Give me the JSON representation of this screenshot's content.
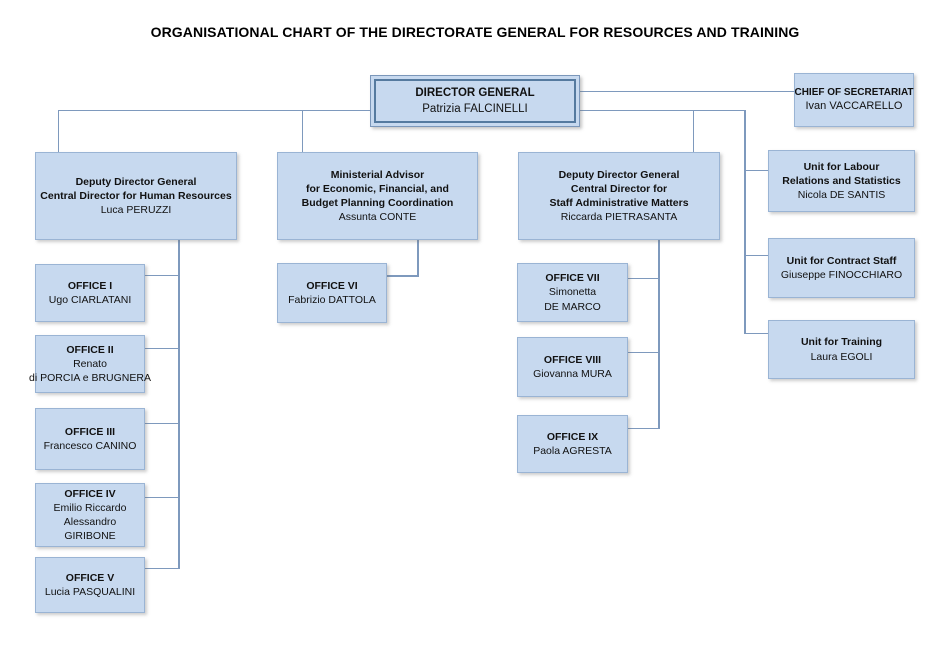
{
  "title": "ORGANISATIONAL CHART OF THE DIRECTORATE GENERAL FOR RESOURCES AND TRAINING",
  "colors": {
    "box_fill": "#c7d9ef",
    "box_border": "#9ab4d4",
    "connector": "#7e99bd",
    "dg_border_outer": "#7b97ba",
    "dg_border_inner": "#557a9f",
    "text": "#111111"
  },
  "nodes": {
    "director_general": {
      "title": "DIRECTOR GENERAL",
      "person": "Patrizia FALCINELLI"
    },
    "chief_of_secretariat": {
      "title": "CHIEF OF SECRETARIAT",
      "person": "Ivan VACCARELLO"
    },
    "deputy_hr": {
      "title_lines": [
        "Deputy Director General",
        "Central Director for Human Resources"
      ],
      "person": "Luca PERUZZI"
    },
    "ministerial_advisor": {
      "title_lines": [
        "Ministerial Advisor",
        "for Economic, Financial, and",
        "Budget Planning Coordination"
      ],
      "person": "Assunta CONTE"
    },
    "deputy_staff": {
      "title_lines": [
        "Deputy Director General",
        "Central Director for",
        "Staff Administrative Matters"
      ],
      "person": "Riccarda PIETRASANTA"
    },
    "unit_labour": {
      "title_lines": [
        "Unit for Labour",
        "Relations and Statistics"
      ],
      "person": "Nicola DE SANTIS"
    },
    "unit_contract": {
      "title": "Unit for Contract Staff",
      "person": "Giuseppe FINOCCHIARO"
    },
    "unit_training": {
      "title": "Unit for Training",
      "person": "Laura EGOLI"
    },
    "office_1": {
      "title": "OFFICE I",
      "person_lines": [
        "Ugo CIARLATANI"
      ]
    },
    "office_2": {
      "title": "OFFICE II",
      "person_lines": [
        "Renato",
        "di PORCIA e BRUGNERA"
      ]
    },
    "office_3": {
      "title": "OFFICE III",
      "person_lines": [
        "Francesco CANINO"
      ]
    },
    "office_4": {
      "title": "OFFICE IV",
      "person_lines": [
        "Emilio Riccardo",
        "Alessandro",
        "GIRIBONE"
      ]
    },
    "office_5": {
      "title": "OFFICE V",
      "person_lines": [
        "Lucia PASQUALINI"
      ]
    },
    "office_6": {
      "title": "OFFICE VI",
      "person_lines": [
        "Fabrizio DATTOLA"
      ]
    },
    "office_7": {
      "title": "OFFICE VII",
      "person_lines": [
        "Simonetta",
        "DE MARCO"
      ]
    },
    "office_8": {
      "title": "OFFICE VIII",
      "person_lines": [
        "Giovanna MURA"
      ]
    },
    "office_9": {
      "title": "OFFICE IX",
      "person_lines": [
        "Paola AGRESTA"
      ]
    }
  }
}
